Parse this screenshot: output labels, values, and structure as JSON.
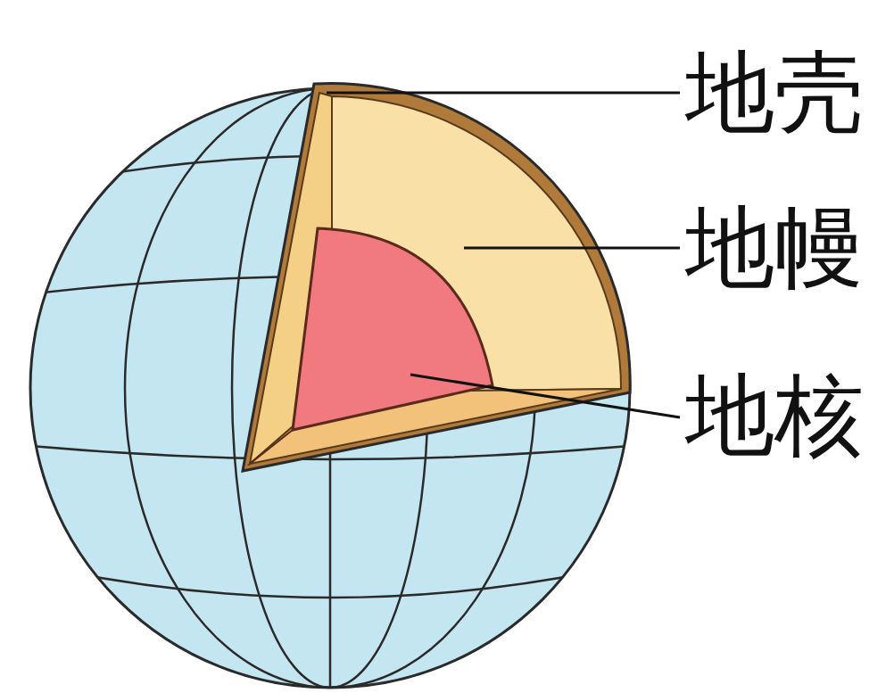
{
  "diagram": {
    "labels": [
      "地壳",
      "地幔",
      "地核"
    ]
  }
}
